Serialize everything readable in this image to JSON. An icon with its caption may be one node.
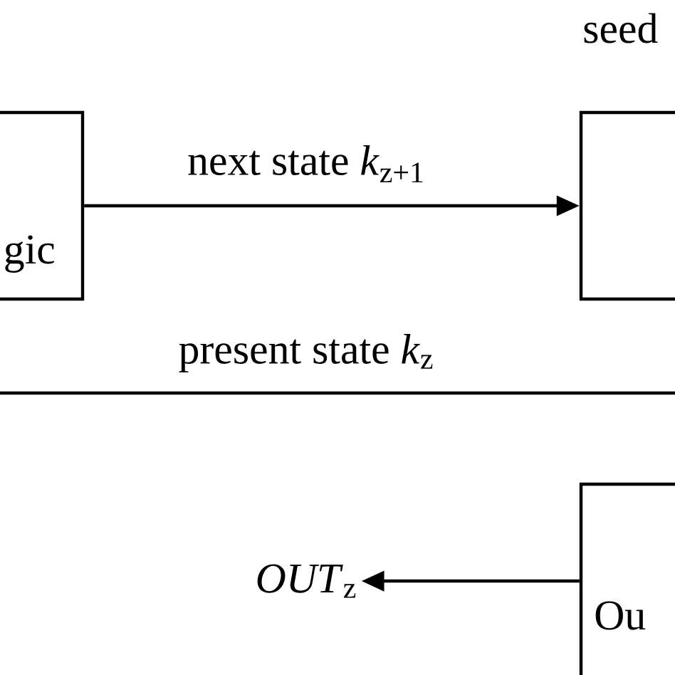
{
  "diagram": {
    "nodes": [
      {
        "text": [
          "gic"
        ]
      },
      {
        "text": [
          "seed"
        ]
      },
      {
        "text": [
          "Ou"
        ]
      },
      {
        "text": [
          "*OUT*$_{z}$"
        ]
      }
    ],
    "edges": [
      {
        "from": 0,
        "to": 1,
        "arrow": "to",
        "label": "next state *k*$_{z+1}$"
      },
      {
        "from": 2,
        "to": 3,
        "arrow": "to"
      }
    ],
    "labels": [
      "present state *k*$_{z}$"
    ]
  }
}
